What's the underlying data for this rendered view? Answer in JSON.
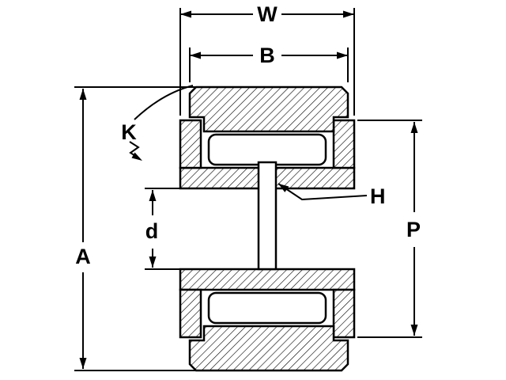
{
  "diagram": {
    "kind": "yoke-roller-bearing-cross-section",
    "colors": {
      "ink": "#000000",
      "paper": "#ffffff"
    },
    "dims": {
      "overall_width": "W",
      "ring_width": "B",
      "corner": "K",
      "outside_diameter": "A",
      "bore_diameter": "d",
      "lube_hole": "H",
      "end_collar_diameter": "P"
    }
  }
}
